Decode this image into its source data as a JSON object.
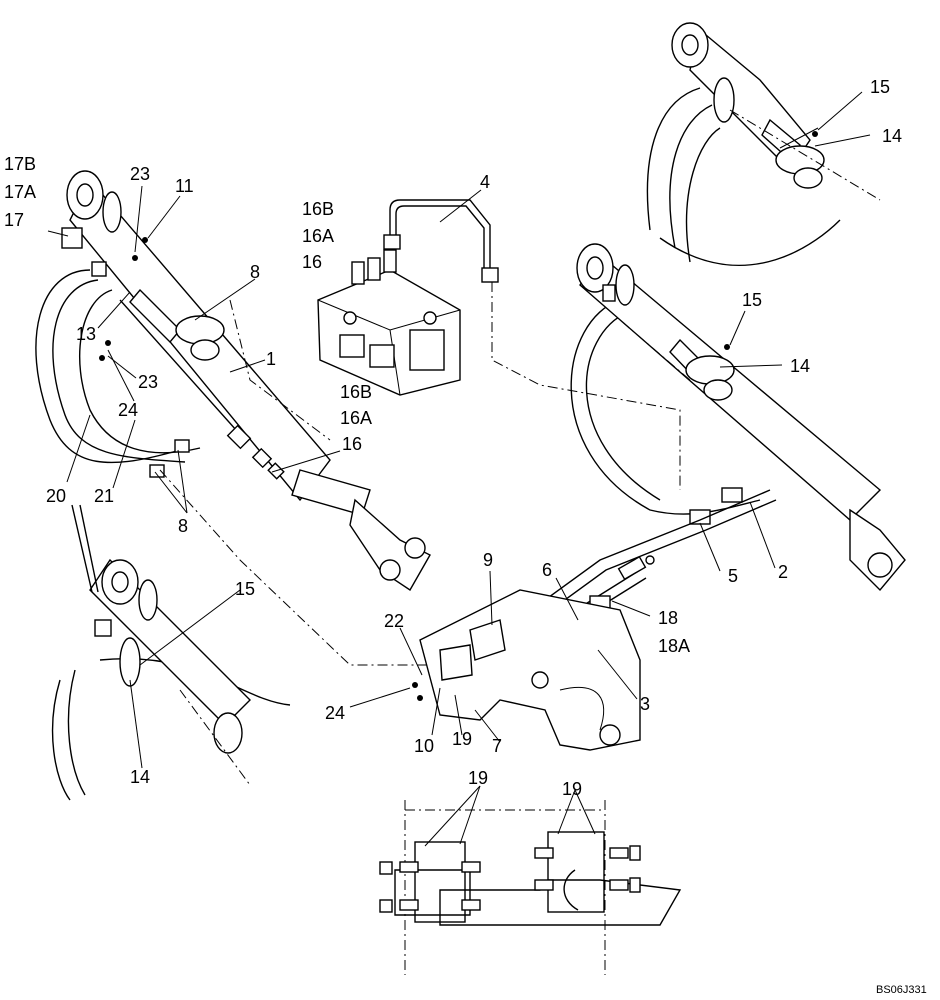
{
  "reference_code": "BS06J331",
  "callouts": [
    {
      "id": "c-17b",
      "text": "17B"
    },
    {
      "id": "c-17a",
      "text": "17A"
    },
    {
      "id": "c-17",
      "text": "17"
    },
    {
      "id": "c-23a",
      "text": "23"
    },
    {
      "id": "c-11",
      "text": "11"
    },
    {
      "id": "c-8a",
      "text": "8"
    },
    {
      "id": "c-13",
      "text": "13"
    },
    {
      "id": "c-1",
      "text": "1"
    },
    {
      "id": "c-23b",
      "text": "23"
    },
    {
      "id": "c-24a",
      "text": "24"
    },
    {
      "id": "c-20",
      "text": "20"
    },
    {
      "id": "c-21",
      "text": "21"
    },
    {
      "id": "c-8b",
      "text": "8"
    },
    {
      "id": "c-16b-top",
      "text": "16B"
    },
    {
      "id": "c-16a-top",
      "text": "16A"
    },
    {
      "id": "c-16-top",
      "text": "16"
    },
    {
      "id": "c-4",
      "text": "4"
    },
    {
      "id": "c-16b-mid",
      "text": "16B"
    },
    {
      "id": "c-16a-mid",
      "text": "16A"
    },
    {
      "id": "c-16-mid",
      "text": "16"
    },
    {
      "id": "c-15-topright",
      "text": "15"
    },
    {
      "id": "c-14-topright",
      "text": "14"
    },
    {
      "id": "c-15-right",
      "text": "15"
    },
    {
      "id": "c-14-right",
      "text": "14"
    },
    {
      "id": "c-5",
      "text": "5"
    },
    {
      "id": "c-2",
      "text": "2"
    },
    {
      "id": "c-9",
      "text": "9"
    },
    {
      "id": "c-6",
      "text": "6"
    },
    {
      "id": "c-18",
      "text": "18"
    },
    {
      "id": "c-18a",
      "text": "18A"
    },
    {
      "id": "c-22",
      "text": "22"
    },
    {
      "id": "c-3",
      "text": "3"
    },
    {
      "id": "c-24b",
      "text": "24"
    },
    {
      "id": "c-10",
      "text": "10"
    },
    {
      "id": "c-19a",
      "text": "19"
    },
    {
      "id": "c-7",
      "text": "7"
    },
    {
      "id": "c-15-left",
      "text": "15"
    },
    {
      "id": "c-14-left",
      "text": "14"
    },
    {
      "id": "c-19b",
      "text": "19"
    },
    {
      "id": "c-19c",
      "text": "19"
    }
  ]
}
